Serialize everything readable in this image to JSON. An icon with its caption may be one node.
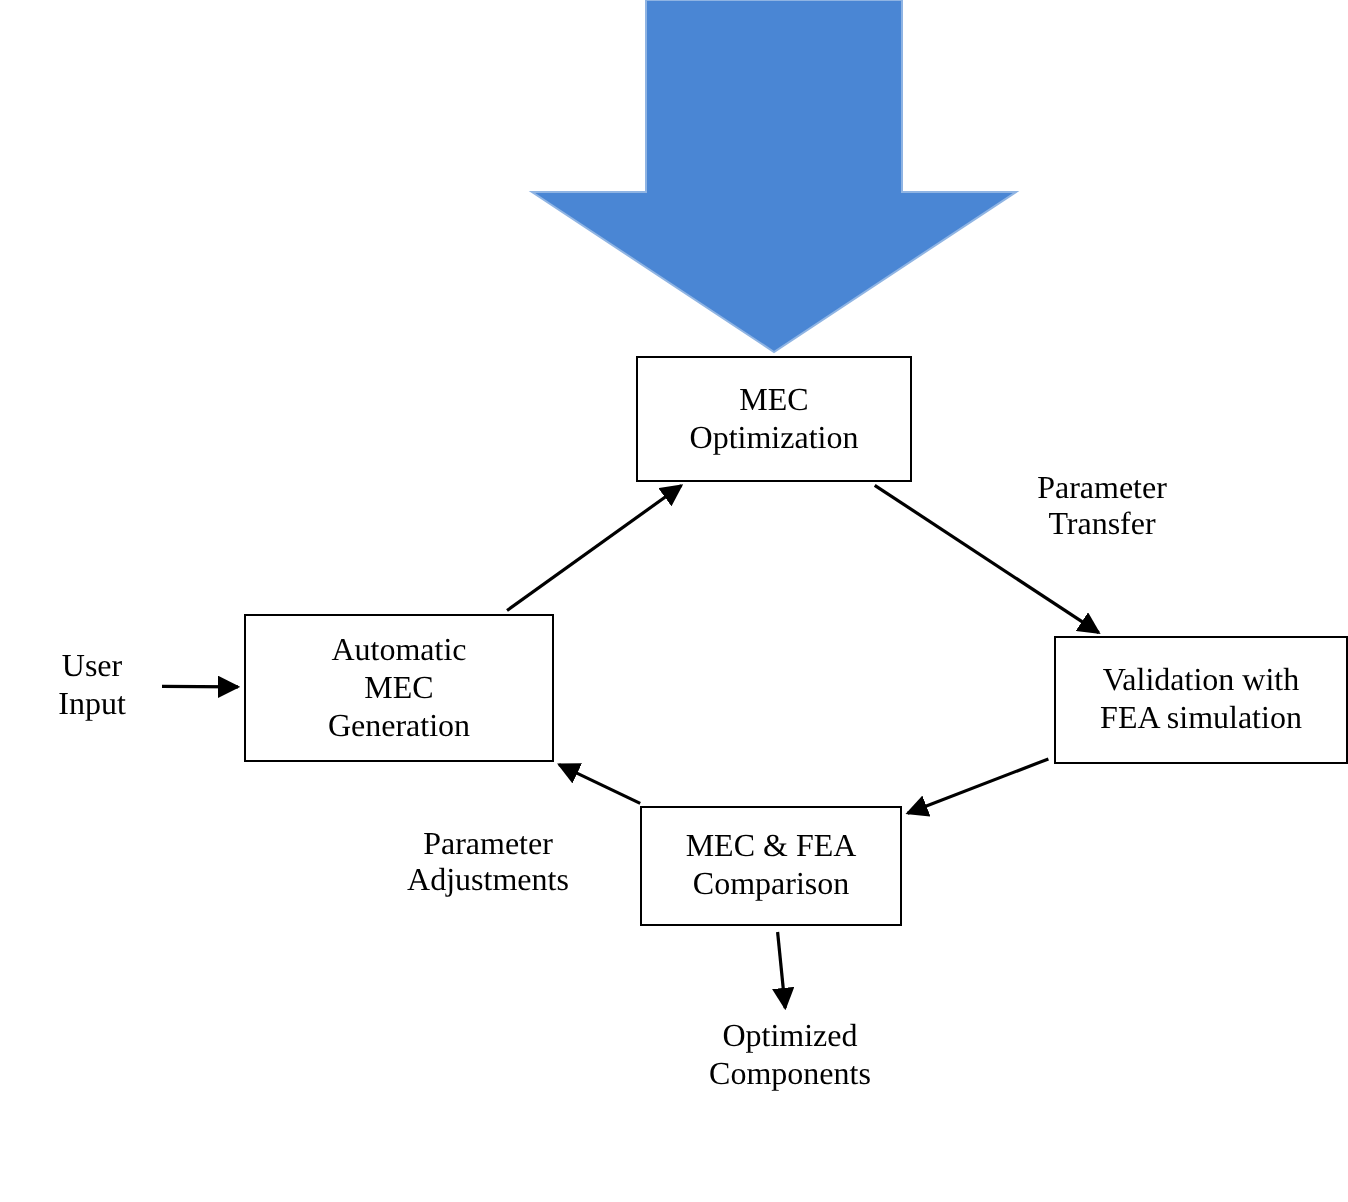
{
  "diagram": {
    "nodes": [
      {
        "text": [
          "MEC Optimization"
        ]
      },
      {
        "text": [
          "Validation with FEA simulation"
        ]
      },
      {
        "text": [
          "MEC & FEA Comparison"
        ]
      },
      {
        "text": [
          "Automatic MEC Generation"
        ]
      },
      {
        "text": [
          "User Input"
        ]
      },
      {
        "text": [
          "Optimized Components"
        ]
      }
    ],
    "edges": [
      {
        "from": 4,
        "to": 3,
        "arrow": "to"
      },
      {
        "from": 3,
        "to": 0,
        "arrow": "to"
      },
      {
        "from": 0,
        "to": 1,
        "arrow": "to",
        "label": "Parameter Transfer"
      },
      {
        "from": 1,
        "to": 2,
        "arrow": "to"
      },
      {
        "from": 2,
        "to": 3,
        "arrow": "to",
        "label": "Parameter Adjustments"
      },
      {
        "from": 2,
        "to": 5,
        "arrow": "to"
      },
      {
        "from": null,
        "to": 0,
        "arrow": "to",
        "style": "thick",
        "color": "#4a86d4"
      }
    ]
  }
}
